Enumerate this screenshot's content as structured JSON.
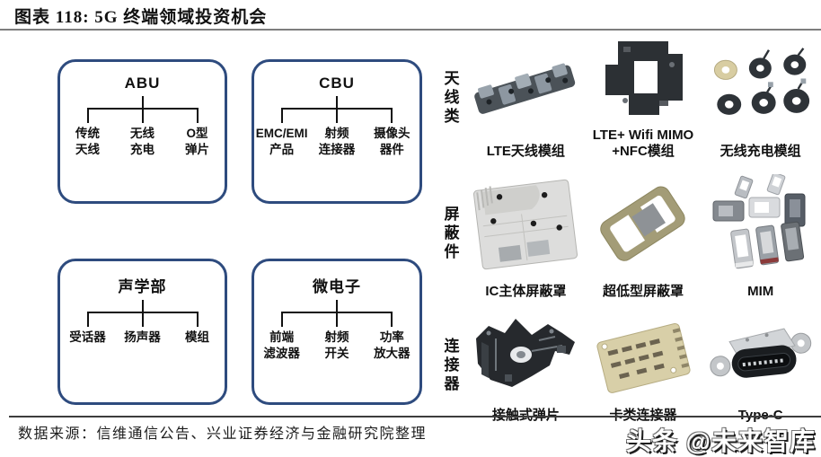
{
  "title": "图表 118: 5G 终端领域投资机会",
  "org": {
    "boxes": [
      {
        "title": "ABU",
        "children": [
          {
            "label": "传统\n天线"
          },
          {
            "label": "无线\n充电"
          },
          {
            "label": "O型\n弹片"
          }
        ]
      },
      {
        "title": "CBU",
        "children": [
          {
            "label": "EMC/EMI\n产品"
          },
          {
            "label": "射频\n连接器"
          },
          {
            "label": "摄像头\n器件"
          }
        ]
      },
      {
        "title": "声学部",
        "children": [
          {
            "label": "受话器"
          },
          {
            "label": "扬声器"
          },
          {
            "label": "模组"
          }
        ]
      },
      {
        "title": "微电子",
        "children": [
          {
            "label": "前端\n滤波器"
          },
          {
            "label": "射频\n开关"
          },
          {
            "label": "功率\n放大器"
          }
        ]
      }
    ]
  },
  "products": {
    "rows": [
      {
        "category": "天线类",
        "items": [
          {
            "caption": "LTE天线模组",
            "icon": "lte-antenna-module-image"
          },
          {
            "caption": "LTE+ Wifi MIMO\n+NFC模组",
            "icon": "lte-wifi-mimo-nfc-module-image"
          },
          {
            "caption": "无线充电模组",
            "icon": "wireless-charging-module-image"
          }
        ]
      },
      {
        "category": "屏蔽件",
        "items": [
          {
            "caption": "IC主体屏蔽罩",
            "icon": "ic-main-shield-cover-image"
          },
          {
            "caption": "超低型屏蔽罩",
            "icon": "ultra-low-shield-cover-image"
          },
          {
            "caption": "MIM",
            "icon": "mim-sim-trays-image"
          }
        ]
      },
      {
        "category": "连接器",
        "items": [
          {
            "caption": "接触式弹片",
            "icon": "contact-spring-plate-image"
          },
          {
            "caption": "卡类连接器",
            "icon": "card-connector-image"
          },
          {
            "caption": "Type-C",
            "icon": "type-c-connector-image"
          }
        ]
      }
    ]
  },
  "footer": {
    "source": "数据来源：信维通信公告、兴业证券经济与金融研究院整理"
  },
  "watermark": "头条 @未来智库",
  "colors": {
    "box_border": "#2e4b7e",
    "rule_gray": "#7d7d7d",
    "footer_rule": "#3c3c3c",
    "text": "#111111"
  }
}
